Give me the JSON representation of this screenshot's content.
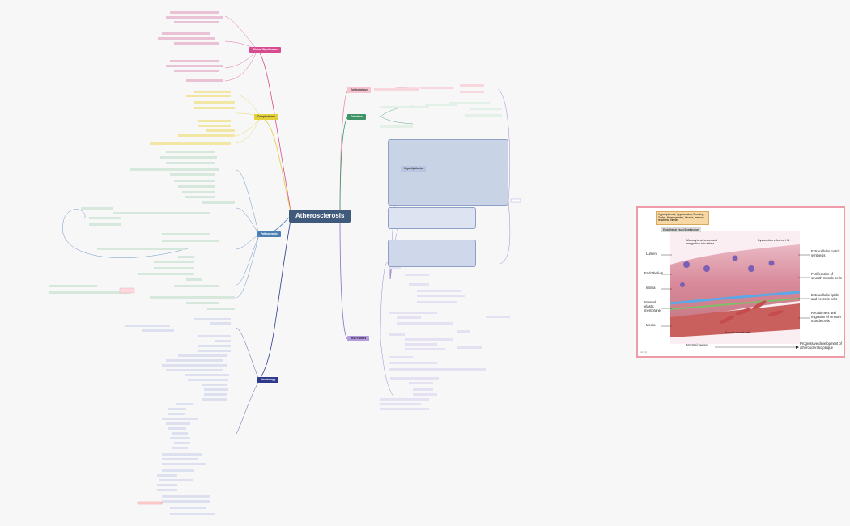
{
  "central": "Atherosclerosis",
  "branches": {
    "clinical": "Clinical Significance",
    "complications": "Complications",
    "pathogenesis": "Pathogenesis",
    "morphology": "Morphology",
    "epidemiology": "Epidemiology",
    "definition": "Definition",
    "risk_factors": "Risk Factors"
  },
  "colors": {
    "central": "#3f5a7a",
    "clinical": "#d94b8f",
    "complications": "#e3cf3a",
    "pathogenesis": "#4a7fb5",
    "morphology": "#2f3a8c",
    "epidemiology": "#e58fa4",
    "definition": "#3f9467",
    "risk_factors": "#8e6cc0",
    "panel_border": "#ef9aa9"
  },
  "risk_group_label": "Hyperlipidemia",
  "figure": {
    "callout": "Hyperlipidemia, Hypertension, Smoking, Toxins, Homocysteine, Viruses, Immune reactions, Viruses",
    "endothelial": "Endothelial injury/Dysfunction",
    "monocyte": "Monocyte adhesion and emigration into intima",
    "dysfunction": "Dysfunction effect as HA",
    "lumen": "Lumen",
    "endothelium": "Endothelium",
    "intima": "Intima",
    "internal_elastic": "Internal elastic membrane",
    "media": "Media",
    "ecm": "Extracellular matrix synthesis",
    "proliferation": "Proliferation of smooth muscle cells",
    "lipids": "Extracellular lipids and necrotic cells",
    "recruitment": "Recruitment and migration of smooth muscle cells",
    "normal": "Normal vessel",
    "progressive": "Progressive development of atherosclerotic plaque",
    "smc": "Smooth muscle cells",
    "caption": "link (1)"
  }
}
